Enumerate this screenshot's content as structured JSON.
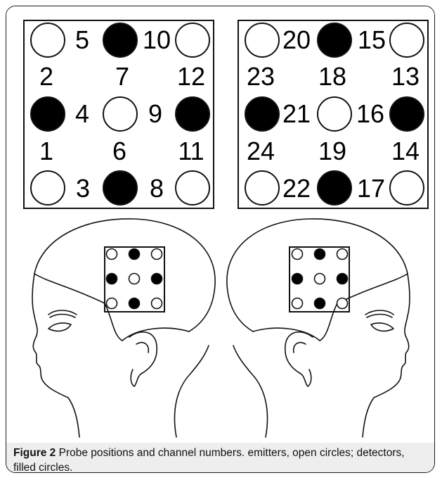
{
  "figure": {
    "label": "Figure 2",
    "caption": "Probe positions and channel numbers. emitters, open circles; detectors, filled circles."
  },
  "left_probe": {
    "optode_rows": [
      [
        "emitter",
        "detector",
        "emitter"
      ],
      [
        "detector",
        "emitter",
        "detector"
      ],
      [
        "emitter",
        "detector",
        "emitter"
      ]
    ],
    "channels": {
      "row1": [
        "5",
        "10"
      ],
      "col_upper": [
        "2",
        "7",
        "12"
      ],
      "row2": [
        "4",
        "9"
      ],
      "col_lower": [
        "1",
        "6",
        "11"
      ],
      "row3": [
        "3",
        "8"
      ]
    }
  },
  "right_probe": {
    "optode_rows": [
      [
        "emitter",
        "detector",
        "emitter"
      ],
      [
        "detector",
        "emitter",
        "detector"
      ],
      [
        "emitter",
        "detector",
        "emitter"
      ]
    ],
    "channels": {
      "row1": [
        "20",
        "15"
      ],
      "col_upper": [
        "23",
        "18",
        "13"
      ],
      "row2": [
        "21",
        "16"
      ],
      "col_lower": [
        "24",
        "19",
        "14"
      ],
      "row3": [
        "22",
        "17"
      ]
    }
  },
  "colors": {
    "line": "#111111",
    "detector_fill": "#000000",
    "emitter_fill": "#ffffff",
    "caption_bg": "#eeeeee"
  }
}
